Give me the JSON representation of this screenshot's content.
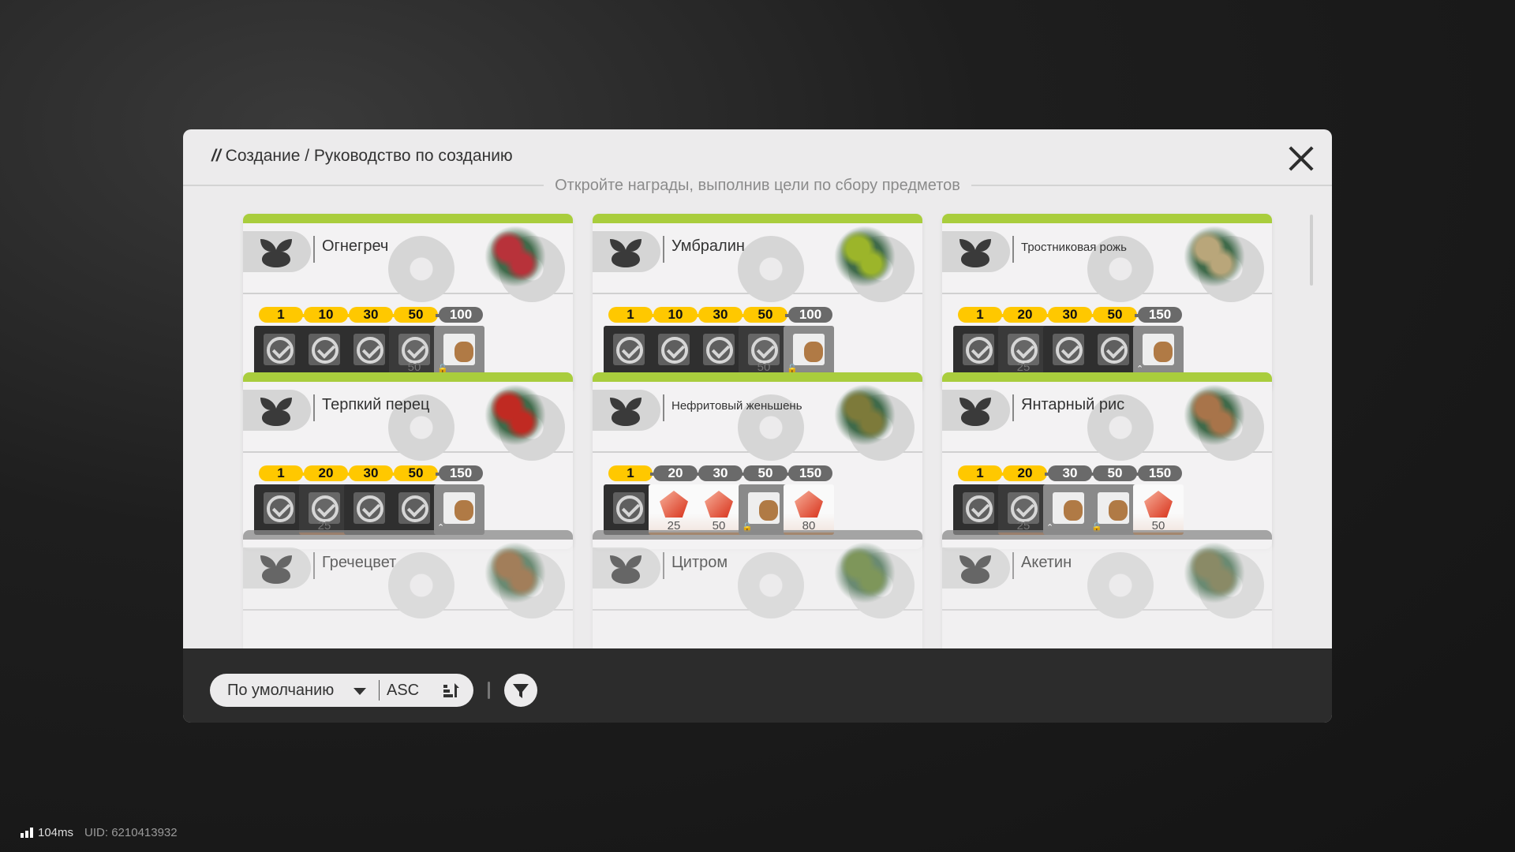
{
  "header": {
    "prefix": "//",
    "breadcrumb": "Создание / Руководство по созданию",
    "subtitle": "Откройте награды, выполнив цели по сбору предметов"
  },
  "cards": [
    {
      "name": "Огнегреч",
      "plant_color": "#b8323a",
      "milestones": [
        {
          "v": "1",
          "on": true
        },
        {
          "v": "10",
          "on": true
        },
        {
          "v": "30",
          "on": true
        },
        {
          "v": "50",
          "on": true
        },
        {
          "v": "100",
          "on": false
        }
      ],
      "rewards": [
        {
          "state": "done"
        },
        {
          "state": "done"
        },
        {
          "state": "done"
        },
        {
          "state": "done-orange",
          "count": "50"
        },
        {
          "state": "locked",
          "badge": "lock"
        }
      ]
    },
    {
      "name": "Умбралин",
      "plant_color": "#9cb52a",
      "milestones": [
        {
          "v": "1",
          "on": true
        },
        {
          "v": "10",
          "on": true
        },
        {
          "v": "30",
          "on": true
        },
        {
          "v": "50",
          "on": true
        },
        {
          "v": "100",
          "on": false
        }
      ],
      "rewards": [
        {
          "state": "done"
        },
        {
          "state": "done"
        },
        {
          "state": "done"
        },
        {
          "state": "done-orange",
          "count": "50"
        },
        {
          "state": "locked",
          "badge": "lock"
        }
      ]
    },
    {
      "name": "Тростниковая рожь",
      "small": true,
      "plant_color": "#b9a67a",
      "milestones": [
        {
          "v": "1",
          "on": true
        },
        {
          "v": "20",
          "on": true
        },
        {
          "v": "30",
          "on": true
        },
        {
          "v": "50",
          "on": true
        },
        {
          "v": "150",
          "on": false
        }
      ],
      "rewards": [
        {
          "state": "done"
        },
        {
          "state": "done-orange",
          "count": "25"
        },
        {
          "state": "done"
        },
        {
          "state": "done"
        },
        {
          "state": "locked",
          "badge": "up"
        }
      ]
    },
    {
      "name": "Терпкий перец",
      "plant_color": "#c02a22",
      "milestones": [
        {
          "v": "1",
          "on": true
        },
        {
          "v": "20",
          "on": true
        },
        {
          "v": "30",
          "on": true
        },
        {
          "v": "50",
          "on": true
        },
        {
          "v": "150",
          "on": false
        }
      ],
      "rewards": [
        {
          "state": "done"
        },
        {
          "state": "done-orange",
          "count": "25"
        },
        {
          "state": "done"
        },
        {
          "state": "done"
        },
        {
          "state": "locked",
          "badge": "up"
        }
      ]
    },
    {
      "name": "Нефритовый женьшень",
      "small": true,
      "plant_color": "#7d7a3a",
      "milestones": [
        {
          "v": "1",
          "on": true
        },
        {
          "v": "20",
          "on": false
        },
        {
          "v": "30",
          "on": false
        },
        {
          "v": "50",
          "on": false
        },
        {
          "v": "150",
          "on": false
        }
      ],
      "rewards": [
        {
          "state": "done"
        },
        {
          "state": "premium",
          "count": "25"
        },
        {
          "state": "premium",
          "count": "50"
        },
        {
          "state": "locked",
          "badge": "lock"
        },
        {
          "state": "premium",
          "count": "80"
        }
      ]
    },
    {
      "name": "Янтарный рис",
      "plant_color": "#a8744a",
      "milestones": [
        {
          "v": "1",
          "on": true
        },
        {
          "v": "20",
          "on": true
        },
        {
          "v": "30",
          "on": false
        },
        {
          "v": "50",
          "on": false
        },
        {
          "v": "150",
          "on": false
        }
      ],
      "rewards": [
        {
          "state": "done"
        },
        {
          "state": "done-orange",
          "count": "25"
        },
        {
          "state": "locked",
          "badge": "up"
        },
        {
          "state": "locked",
          "badge": "lock"
        },
        {
          "state": "premium",
          "count": "50"
        }
      ]
    },
    {
      "name": "Гречецвет",
      "dim": true,
      "plant_color": "#8a5a2a"
    },
    {
      "name": "Цитром",
      "dim": true,
      "plant_color": "#5a7a2a"
    },
    {
      "name": "Акетин",
      "dim": true,
      "plant_color": "#6a6a3a"
    }
  ],
  "toolbar": {
    "sort_label": "По умолчанию",
    "order_label": "ASC"
  },
  "status": {
    "ping": "104ms",
    "uid": "UID: 6210413932"
  },
  "colors": {
    "accent_green": "#a9cd3d",
    "milestone_on": "#ffc800",
    "milestone_off": "#6a6a6a"
  }
}
